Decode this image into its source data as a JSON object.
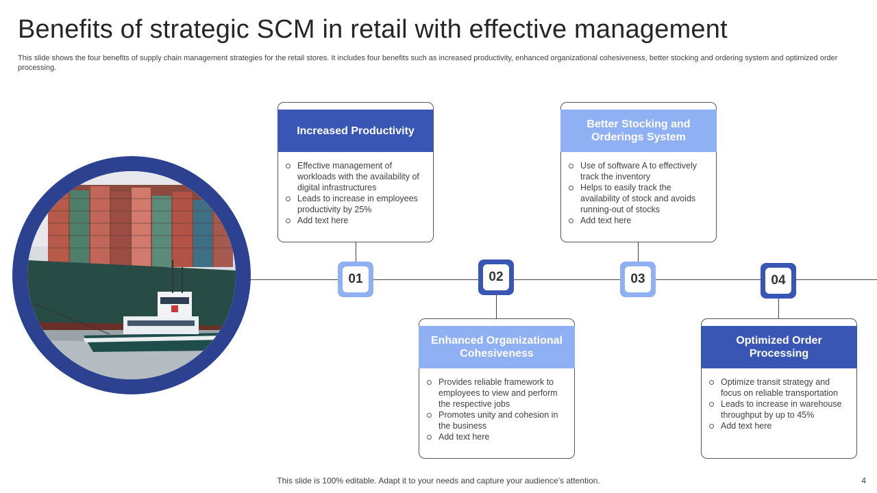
{
  "slide": {
    "title": "Benefits of strategic SCM in retail with effective management",
    "subtitle": "This slide shows the four benefits of supply chain management strategies for the retail stores. It includes four benefits such as increased productivity, enhanced organizational cohesiveness, better stocking and ordering system and optimized order processing.",
    "footer": "This slide is 100% editable. Adapt it to your needs and capture your audience’s attention.",
    "page_number": "4"
  },
  "steps": [
    {
      "number": "01",
      "heading": "Increased Productivity",
      "bullets": [
        "Effective management of workloads with the availability of digital infrastructures",
        "Leads to increase in employees productivity by 25%",
        "Add text here"
      ]
    },
    {
      "number": "02",
      "heading": "Enhanced Organizational Cohesiveness",
      "bullets": [
        "Provides reliable framework to employees to view and perform the respective jobs",
        "Promotes unity and cohesion in the business",
        "Add text here"
      ]
    },
    {
      "number": "03",
      "heading": "Better Stocking and Orderings System",
      "bullets": [
        "Use of software A to effectively track the inventory",
        "Helps to easily track the availability of stock and avoids running-out of stocks",
        "Add text here"
      ]
    },
    {
      "number": "04",
      "heading": "Optimized Order Processing",
      "bullets": [
        "Optimize transit strategy and focus on reliable transportation",
        "Leads to increase in warehouse throughput by up to 45%",
        "Add text here"
      ]
    }
  ],
  "colors": {
    "dark_blue": "#3a56b5",
    "light_blue": "#8fb0f2",
    "ring_navy": "#2c4290"
  }
}
